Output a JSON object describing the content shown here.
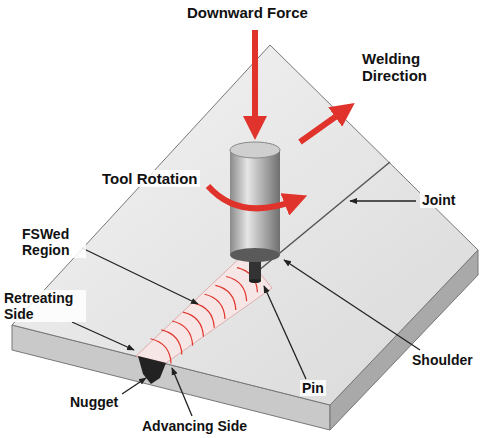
{
  "diagram": {
    "labels": [
      "Downward Force",
      "Welding Direction",
      "Tool Rotation",
      "FSWed Region",
      "Joint",
      "Retreating Side",
      "Nugget",
      "Advancing Side",
      "Pin",
      "Shoulder"
    ]
  }
}
